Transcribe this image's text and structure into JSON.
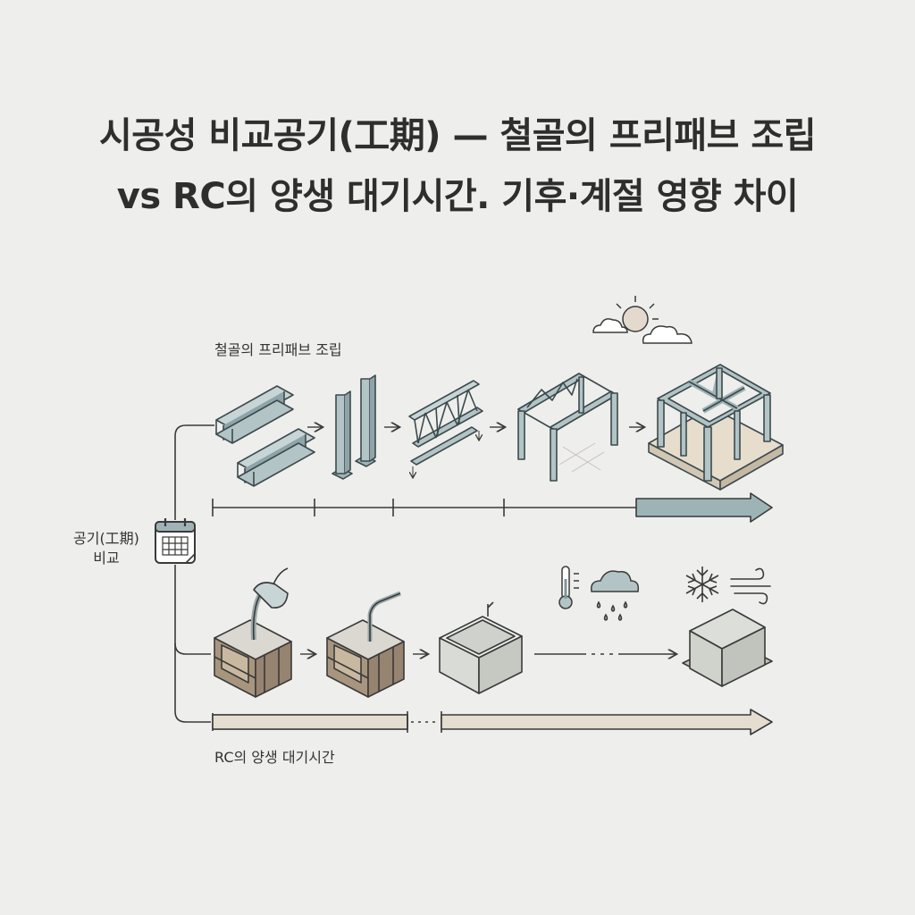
{
  "title": {
    "line1": "시공성 비교공기(工期) — 철골의 프리패브 조립",
    "line2": "vs RC의 양생 대기시간. 기후·계절 영향 차이"
  },
  "steel": {
    "label": "철골의 프리패브 조립",
    "steps": [
      "i-beam-stack",
      "column-pair",
      "truss-segment",
      "portal-frame",
      "completed-frame"
    ]
  },
  "rc": {
    "label": "RC의 양생 대기시간",
    "steps": [
      "pouring-formwork",
      "vibrating-formwork",
      "curing-concrete",
      "cured-concrete-block"
    ]
  },
  "comparison": {
    "label_line1": "공기(工期)",
    "label_line2": "비교"
  },
  "weather_icons": [
    "sun-cloud-icon",
    "thermometer-icon",
    "rain-cloud-icon",
    "snowflake-icon",
    "wind-icon"
  ],
  "colors": {
    "steel": "#9fb3b6",
    "steel_outline": "#3c4a4d",
    "timber": "#a8957e",
    "concrete": "#d9dcd6",
    "steel_bar": "#9db4b6",
    "rc_bar": "#e4ddd0",
    "line": "#3a3a3a"
  }
}
